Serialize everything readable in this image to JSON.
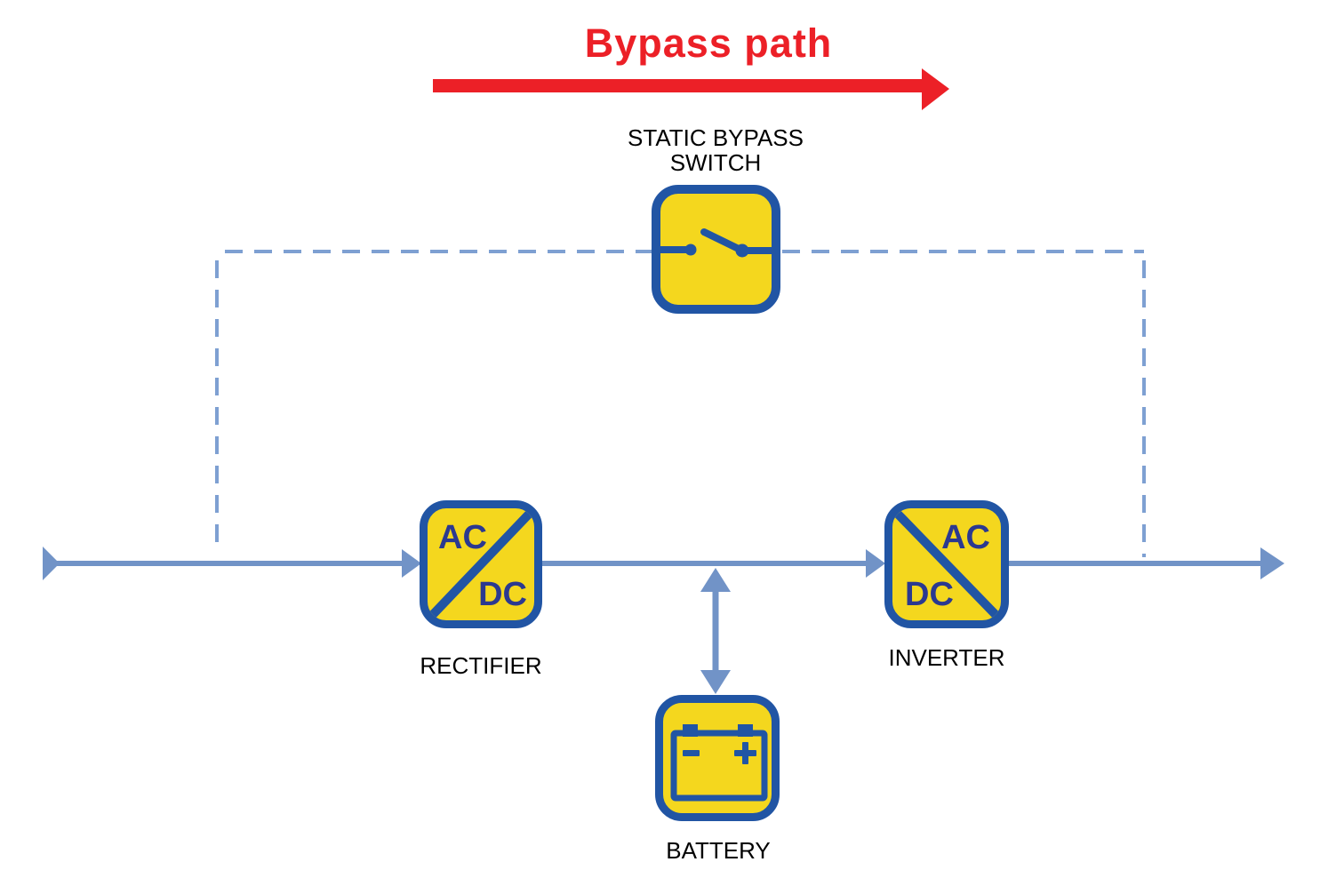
{
  "title": {
    "text": "Bypass path"
  },
  "nodes": {
    "static_bypass_switch": {
      "label_line1": "STATIC BYPASS",
      "label_line2": "SWITCH"
    },
    "rectifier": {
      "label": "RECTIFIER",
      "corner_top": "AC",
      "corner_bottom": "DC"
    },
    "inverter": {
      "label": "INVERTER",
      "corner_top": "AC",
      "corner_bottom": "DC"
    },
    "battery": {
      "label": "BATTERY"
    }
  },
  "icons": {
    "static_bypass_switch": "open-switch-icon",
    "battery": "battery-icon"
  },
  "colors": {
    "accent_red": "#EC2027",
    "component_fill_yellow": "#F4D71E",
    "component_border_blue": "#2155A4",
    "component_text_navy": "#2B3990",
    "wire_blue": "#7193C7",
    "bypass_dash_blue": "#7EA0D2",
    "label_black": "#000000",
    "background": "#FFFFFF"
  }
}
